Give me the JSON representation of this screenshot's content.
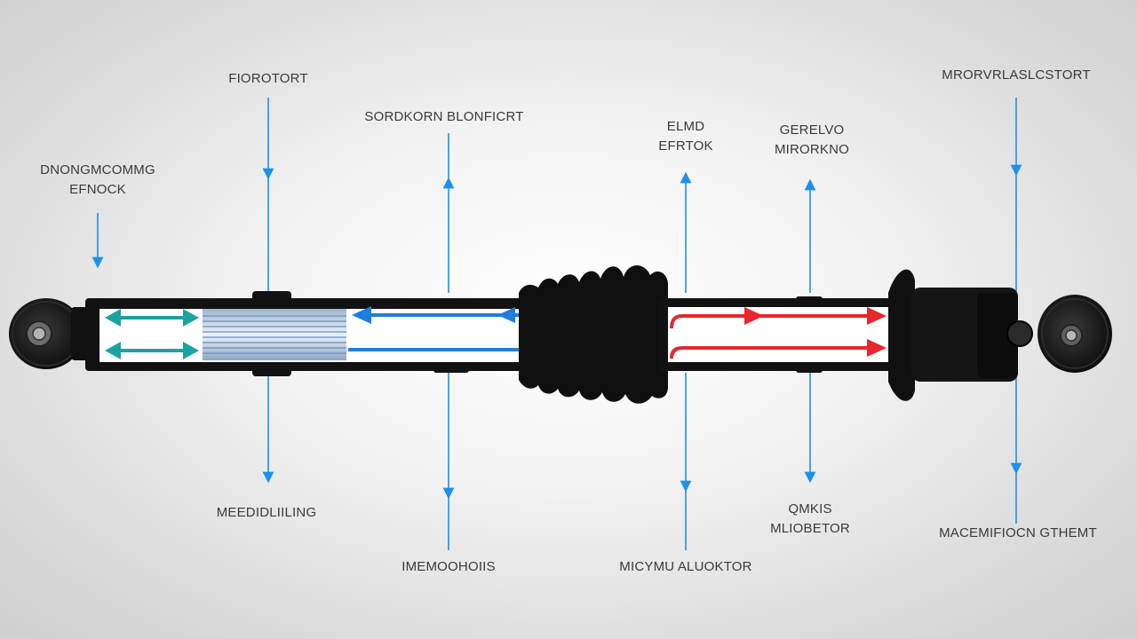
{
  "labels": {
    "top_left": [
      "DNONGMCOMMG",
      "EFNOCK"
    ],
    "top_1": [
      "FIOROTORT"
    ],
    "top_2": [
      "SORDKORN BLONFICRT"
    ],
    "top_3": [
      "ELMD",
      "EFRTOK"
    ],
    "top_4": [
      "GERELVO",
      "MIRORKNO"
    ],
    "top_right": [
      "MRORVRLASLCSTORT"
    ],
    "bottom_1": [
      "MEEDIDLIILING"
    ],
    "bottom_2": [
      "IMEMOOHOIIS"
    ],
    "bottom_3": [
      "MICYMU ALUOKTOR"
    ],
    "bottom_4": [
      "QMKIS",
      "MLIOBETOR"
    ],
    "bottom_right": [
      "MACEMIFIOCN GTHEMT"
    ]
  },
  "colors": {
    "leader_line": "#1e90e8",
    "cool_arrow": "#1aa3a0",
    "flow_blue": "#1e7ee0",
    "flow_red": "#e8262b",
    "body": "#111111"
  },
  "icons": {
    "left_eye": "mounting-eye-icon",
    "right_eye": "mounting-eye-icon"
  }
}
